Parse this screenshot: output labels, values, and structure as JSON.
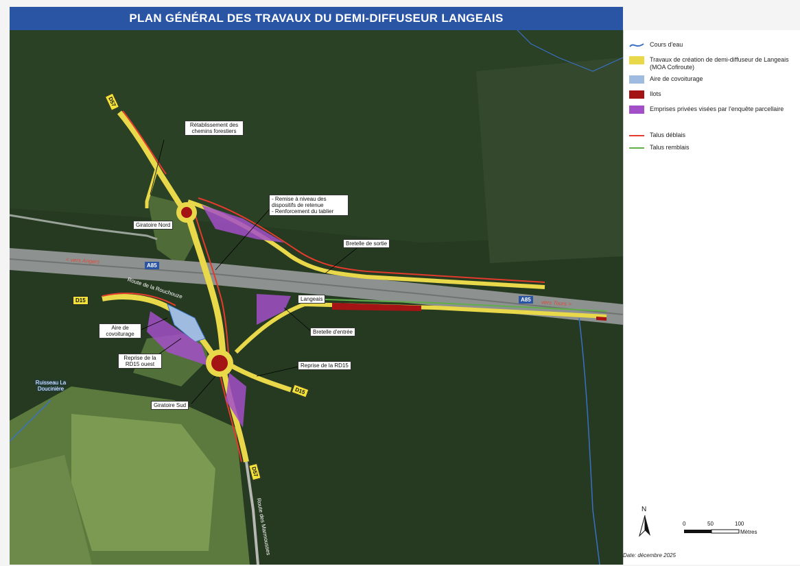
{
  "title": "PLAN GÉNÉRAL DES TRAVAUX DU DEMI-DIFFUSEUR LANGEAIS",
  "colors": {
    "title_bar": "#2a54a4",
    "forest": "#263a22",
    "road": "#f0e063",
    "works": "#e8d84a",
    "covoiturage": "#9fbbe0",
    "ilots": "#a51414",
    "emprises": "#a34fc8",
    "talus_deblais": "#e43a2c",
    "talus_remblais": "#5fae4a",
    "cours_eau": "#3a70c4"
  },
  "legend": [
    {
      "symbol": "water-line",
      "label": "Cours d'eau"
    },
    {
      "symbol": "yellow-fill",
      "label": "Travaux de création de demi-diffuseur de Langeais (MOA Cofiroute)"
    },
    {
      "symbol": "blue-fill",
      "label": "Aire de covoiturage"
    },
    {
      "symbol": "red-fill",
      "label": "Ilots"
    },
    {
      "symbol": "purple-fill",
      "label": "Emprises privées visées par l'enquête parcellaire"
    },
    {
      "symbol": "red-line",
      "label": "Talus déblais"
    },
    {
      "symbol": "green-line",
      "label": "Talus remblais"
    }
  ],
  "map_labels": {
    "retablissement": "Rétablissement des chemins forestiers",
    "giratoire_nord": "Giratoire Nord",
    "remise_niveau": "- Remise à niveau des dispositifs de retenue",
    "renforcement": "- Renforcement du tablier",
    "bretelle_sortie": "Bretelle de sortie",
    "langeais": "Langeais",
    "bretelle_entree": "Bretelle d'entrée",
    "aire_covoiturage": "Aire de covoiturage",
    "reprise_rd15_ouest": "Reprise de la RD15 ouest",
    "reprise_rd15": "Reprise de la RD15",
    "giratoire_sud": "Giratoire Sud",
    "ruisseau": "Ruisseau La Doucinière",
    "route_rouchouze": "Route de la Rouchouze",
    "route_sud": "Route des Marmousses"
  },
  "road_tags": {
    "d57": "D57",
    "d15": "D15"
  },
  "highway": {
    "shield": "A85",
    "west": "< vers Angers",
    "east": "vers Tours >"
  },
  "scale": {
    "north": "N",
    "ticks": [
      "0",
      "50",
      "100"
    ],
    "unit": "Mètres"
  },
  "date": "Date: décembre 2025"
}
